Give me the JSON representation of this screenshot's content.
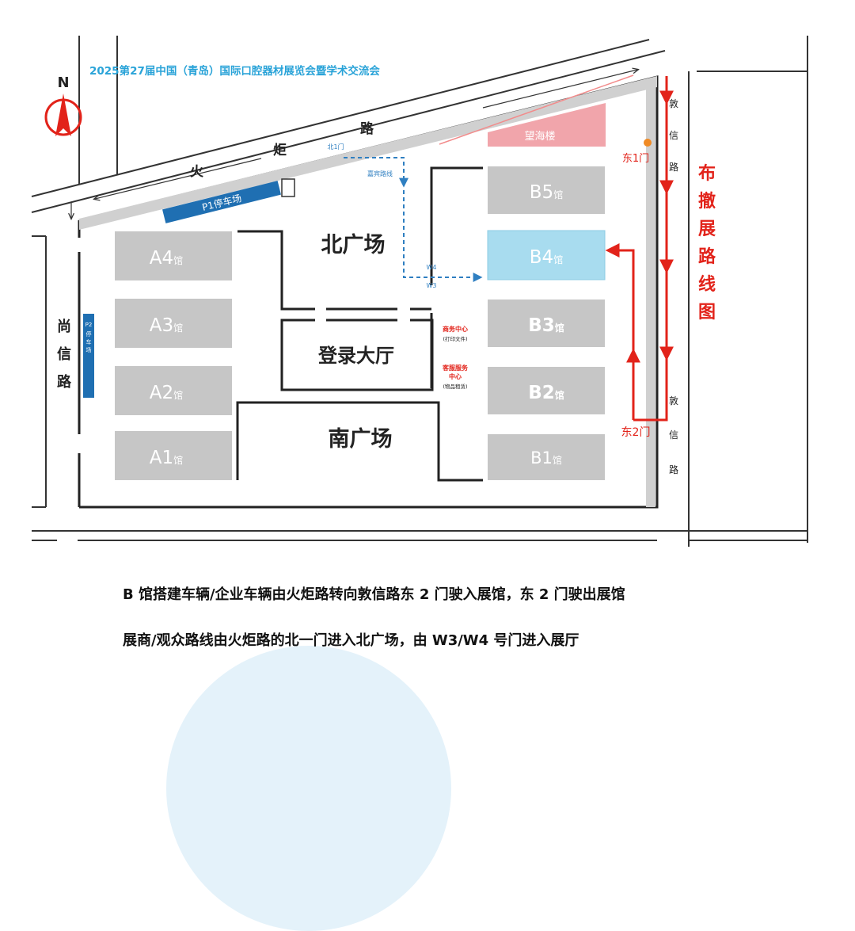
{
  "map": {
    "title": "2025第27届中国（青岛）国际口腔器材展览会暨学术交流会",
    "north": "N",
    "roads": {
      "huoju": [
        "火",
        "炬",
        "路"
      ],
      "dunxin": [
        "敦",
        "信",
        "路"
      ],
      "shangxin": [
        "尚",
        "信",
        "路"
      ]
    },
    "parking": {
      "p1": "P1停车场",
      "p2": [
        "P2",
        "停",
        "车",
        "场"
      ]
    },
    "building_wanghai": "望海楼",
    "halls_a": [
      {
        "code": "A4",
        "suffix": "馆"
      },
      {
        "code": "A3",
        "suffix": "馆"
      },
      {
        "code": "A2",
        "suffix": "馆"
      },
      {
        "code": "A1",
        "suffix": "馆"
      }
    ],
    "halls_b": [
      {
        "code": "B5",
        "suffix": "馆"
      },
      {
        "code": "B4",
        "suffix": "馆"
      },
      {
        "code": "B3",
        "suffix": "馆"
      },
      {
        "code": "B2",
        "suffix": "馆"
      },
      {
        "code": "B1",
        "suffix": "馆"
      }
    ],
    "plazas": {
      "north": "北广场",
      "south": "南广场",
      "lobby": "登录大厅"
    },
    "gates": {
      "north1": "北1门",
      "east1": "东1门",
      "east2": "东2门",
      "w4": "W4",
      "w3": "W3"
    },
    "guest_route": "嘉宾路线",
    "services": {
      "business": "商务中心",
      "business_sub": "(打印文件)",
      "customer": [
        "客服服务",
        "中心"
      ],
      "customer_sub": "(物品租赁)"
    },
    "route_title": [
      "布",
      "撤",
      "展",
      "路",
      "线",
      "图"
    ],
    "colors": {
      "title_blue": "#29a3d8",
      "route_red": "#e2231a",
      "guest_blue": "#2f7fc1",
      "hall_gray": "#c6c6c6",
      "hall_highlight": "#a8dcef",
      "wanghai_pink": "#f1a5ab",
      "parking_blue": "#1f6fb2",
      "gate_orange": "#f08a24"
    }
  },
  "captions": {
    "line1": "B 馆搭建车辆/企业车辆由火炬路转向敦信路东 2 门驶入展馆，东 2 门驶出展馆",
    "line2": "展商/观众路线由火炬路的北一门进入北广场，由 W3/W4 号门进入展厅"
  }
}
